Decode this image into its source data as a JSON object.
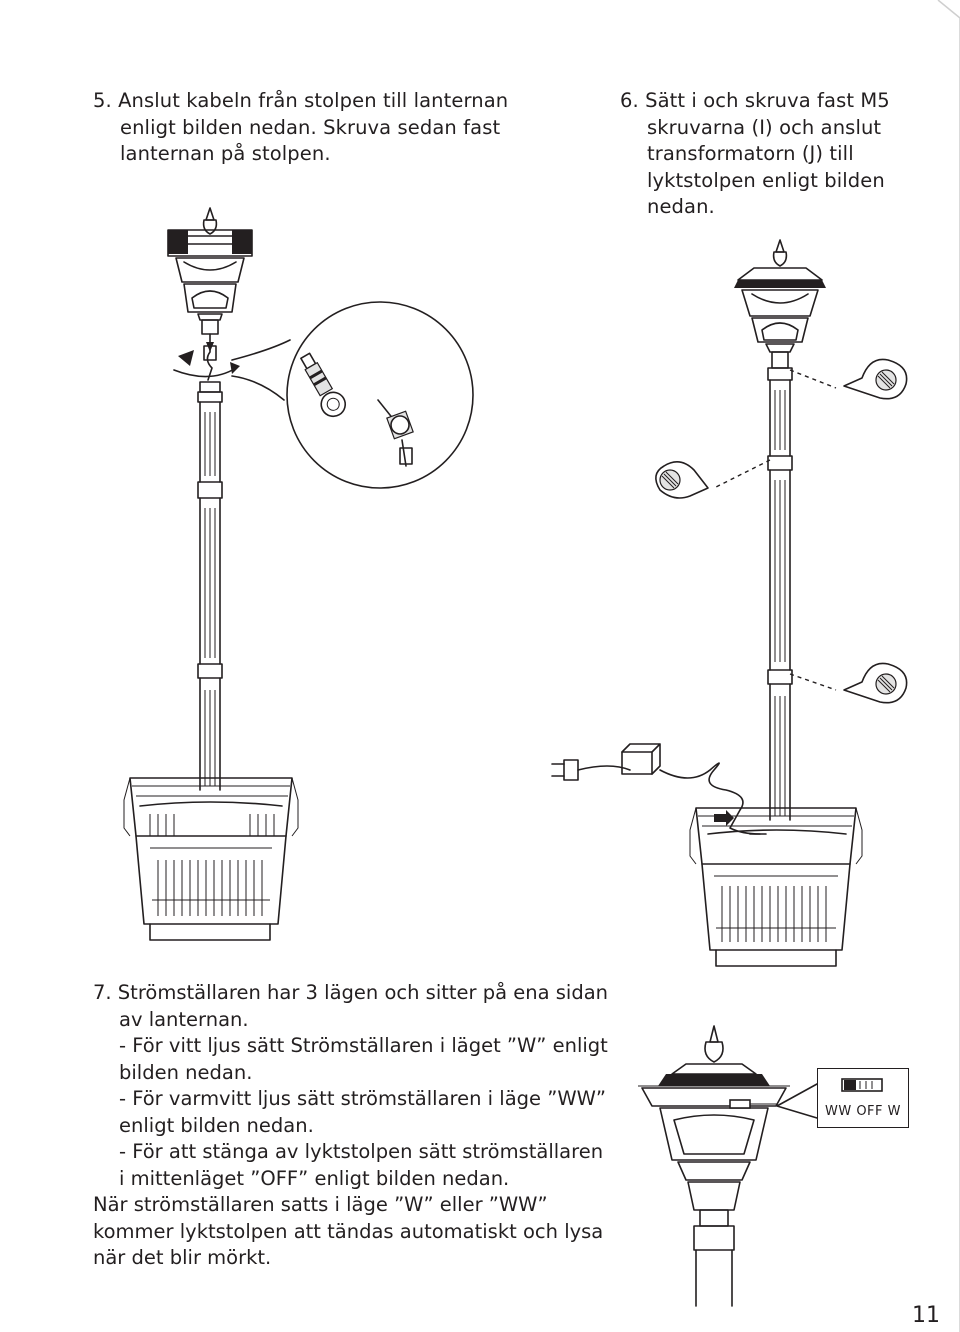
{
  "step5": {
    "line1": "5.  Anslut kabeln från stolpen till lanternan",
    "line2": "enligt bilden nedan. Skruva sedan fast",
    "line3": "lanternan på stolpen."
  },
  "step6": {
    "line1": "6.  Sätt i och skruva fast M5",
    "line2": "skruvarna (I) och anslut",
    "line3": "transformatorn (J) till",
    "line4": "lyktstolpen enligt bilden nedan."
  },
  "step7": {
    "line1": "7.  Strömställaren har 3 lägen och sitter på ena sidan",
    "line2": "av lanternan.",
    "line3": "- För vitt ljus sätt Strömställaren i läget ”W” enligt",
    "line4": "bilden nedan.",
    "line5": "- För varmvitt ljus sätt strömställaren i läge ”WW”",
    "line6": "enligt bilden nedan.",
    "line7": "- För att stänga av lyktstolpen sätt strömställaren",
    "line8": "i mittenläget ”OFF” enligt bilden nedan.",
    "line9": "När strömställaren satts i läge ”W” eller ”WW”",
    "line10": "kommer lyktstolpen att tändas automatiskt och lysa",
    "line11": "när det blir mörkt."
  },
  "switch_label": "WW  OFF W",
  "page_number": "11",
  "icons": [
    "lamp-post-illustration",
    "connector-zoom-icon",
    "screw-icon",
    "plug-icon",
    "transformer-icon",
    "switch-icon"
  ]
}
